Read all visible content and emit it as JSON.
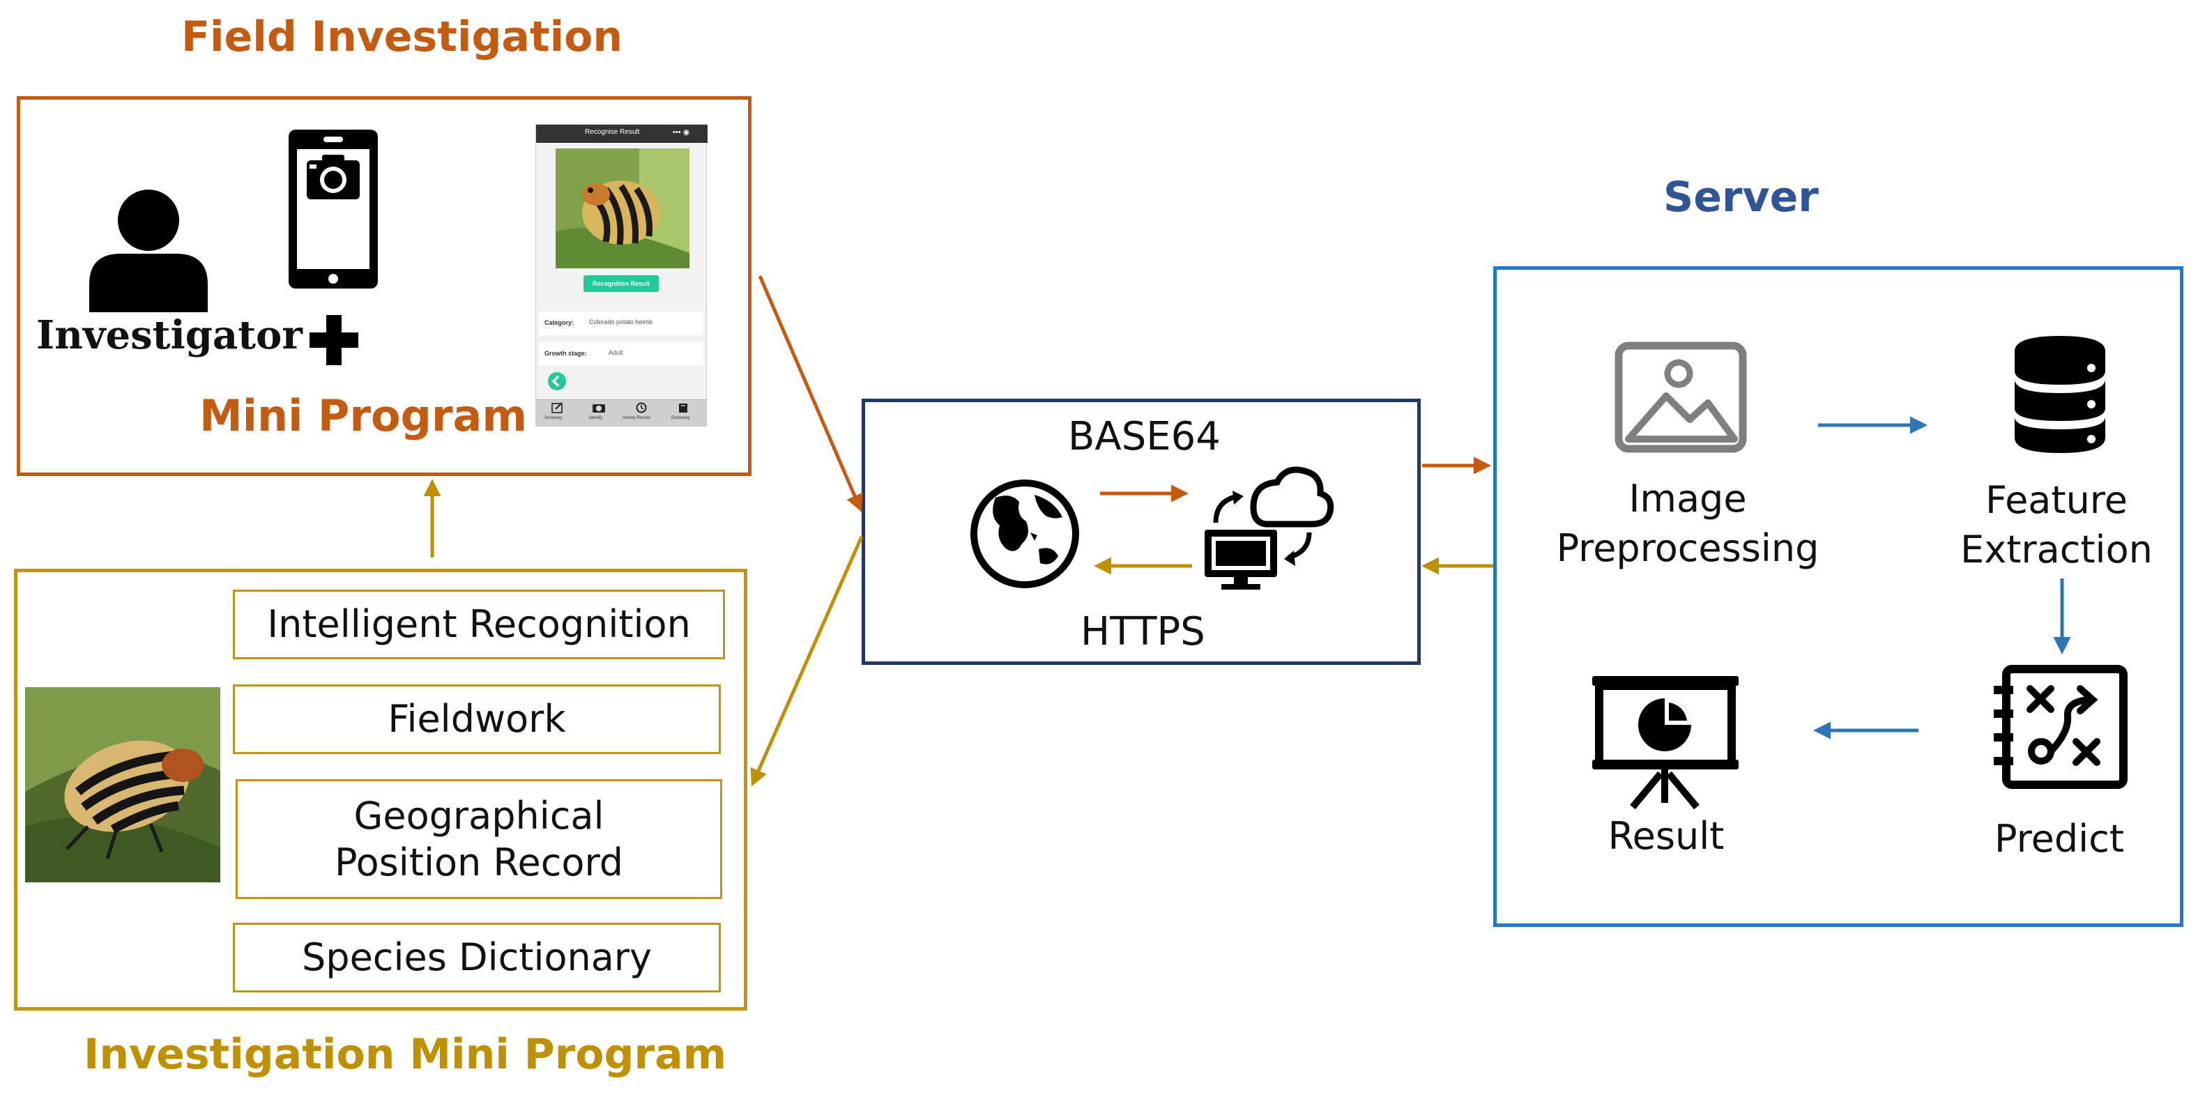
{
  "titles": {
    "field_investigation": "Field Investigation",
    "investigation_mini_program": "Investigation Mini Program",
    "server": "Server"
  },
  "field": {
    "investigator_label": "Investigator",
    "mini_program_label": "Mini Program"
  },
  "phone_screen": {
    "header": "Recognise Result",
    "header_icons": "••• ◉",
    "button": "Recognition Result",
    "rows": [
      {
        "label": "Category:",
        "value": "Colorado potato beetle"
      },
      {
        "label": "Growth stage:",
        "value": "Adult"
      }
    ],
    "tabs": [
      "Summary",
      "Identify",
      "History Record",
      "Dictionary"
    ]
  },
  "features": [
    "Intelligent Recognition",
    "Fieldwork",
    "Geographical Position Record",
    "Species Dictionary"
  ],
  "transport": {
    "top_label": "BASE64",
    "bottom_label": "HTTPS"
  },
  "server_steps": {
    "preprocess": "Image\nPreprocessing",
    "extract": "Feature\nExtraction",
    "predict": "Predict",
    "result": "Result"
  },
  "colors": {
    "field": "#c55a11",
    "mini": "#bf9000",
    "server_title": "#2f5597",
    "server_border": "#1f78c8",
    "transport_border": "#1f3864",
    "blue_arrow": "#2e75b6",
    "accent_green": "#20c997"
  },
  "icons": [
    "person-icon",
    "phone-camera-icon",
    "plus-icon",
    "globe-icon",
    "computer-cloud-icon",
    "image-icon",
    "database-icon",
    "strategy-icon",
    "presentation-chart-icon",
    "beetle-photo"
  ]
}
